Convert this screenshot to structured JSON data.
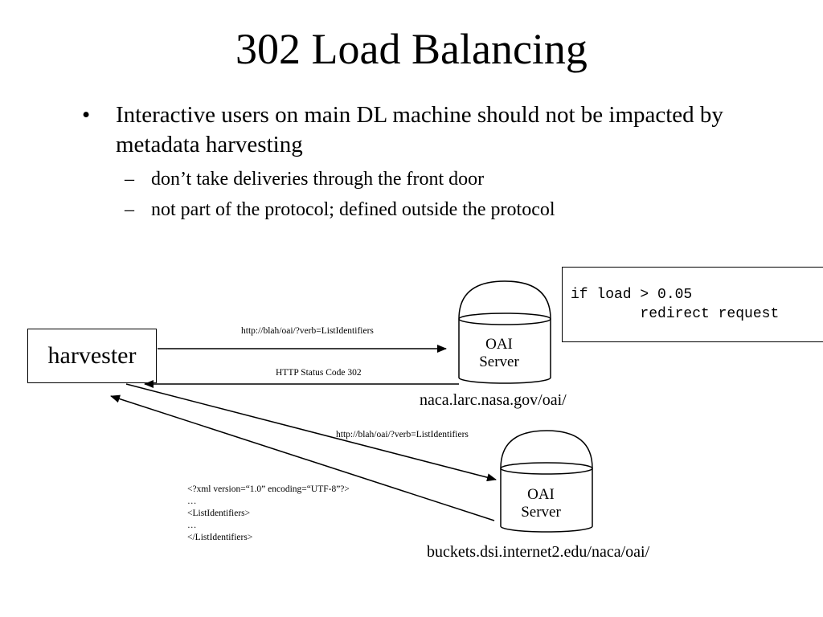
{
  "title": "302 Load Balancing",
  "bullets": {
    "main": "Interactive users on main DL machine should not be impacted by metadata harvesting",
    "bullet_char": "•",
    "dash_char": "–",
    "subs": [
      "don’t take deliveries through the front door",
      "not part of the protocol; defined outside the protocol"
    ]
  },
  "diagram": {
    "harvester": "harvester",
    "code": {
      "line1": "if load > 0.05",
      "line2": "        redirect request"
    },
    "server1": {
      "label_line1": "OAI",
      "label_line2": "Server",
      "host": "naca.larc.nasa.gov/oai/"
    },
    "server2": {
      "label_line1": "OAI",
      "label_line2": "Server",
      "host": "buckets.dsi.internet2.edu/naca/oai/"
    },
    "arrows": {
      "request1": "http://blah/oai/?verb=ListIdentifiers",
      "response1": "HTTP Status Code 302",
      "request2": "http://blah/oai/?verb=ListIdentifiers"
    },
    "xml": [
      "<?xml version=“1.0” encoding=“UTF-8”?>",
      "…",
      "<ListIdentifiers>",
      "…",
      "</ListIdentifiers>"
    ]
  }
}
